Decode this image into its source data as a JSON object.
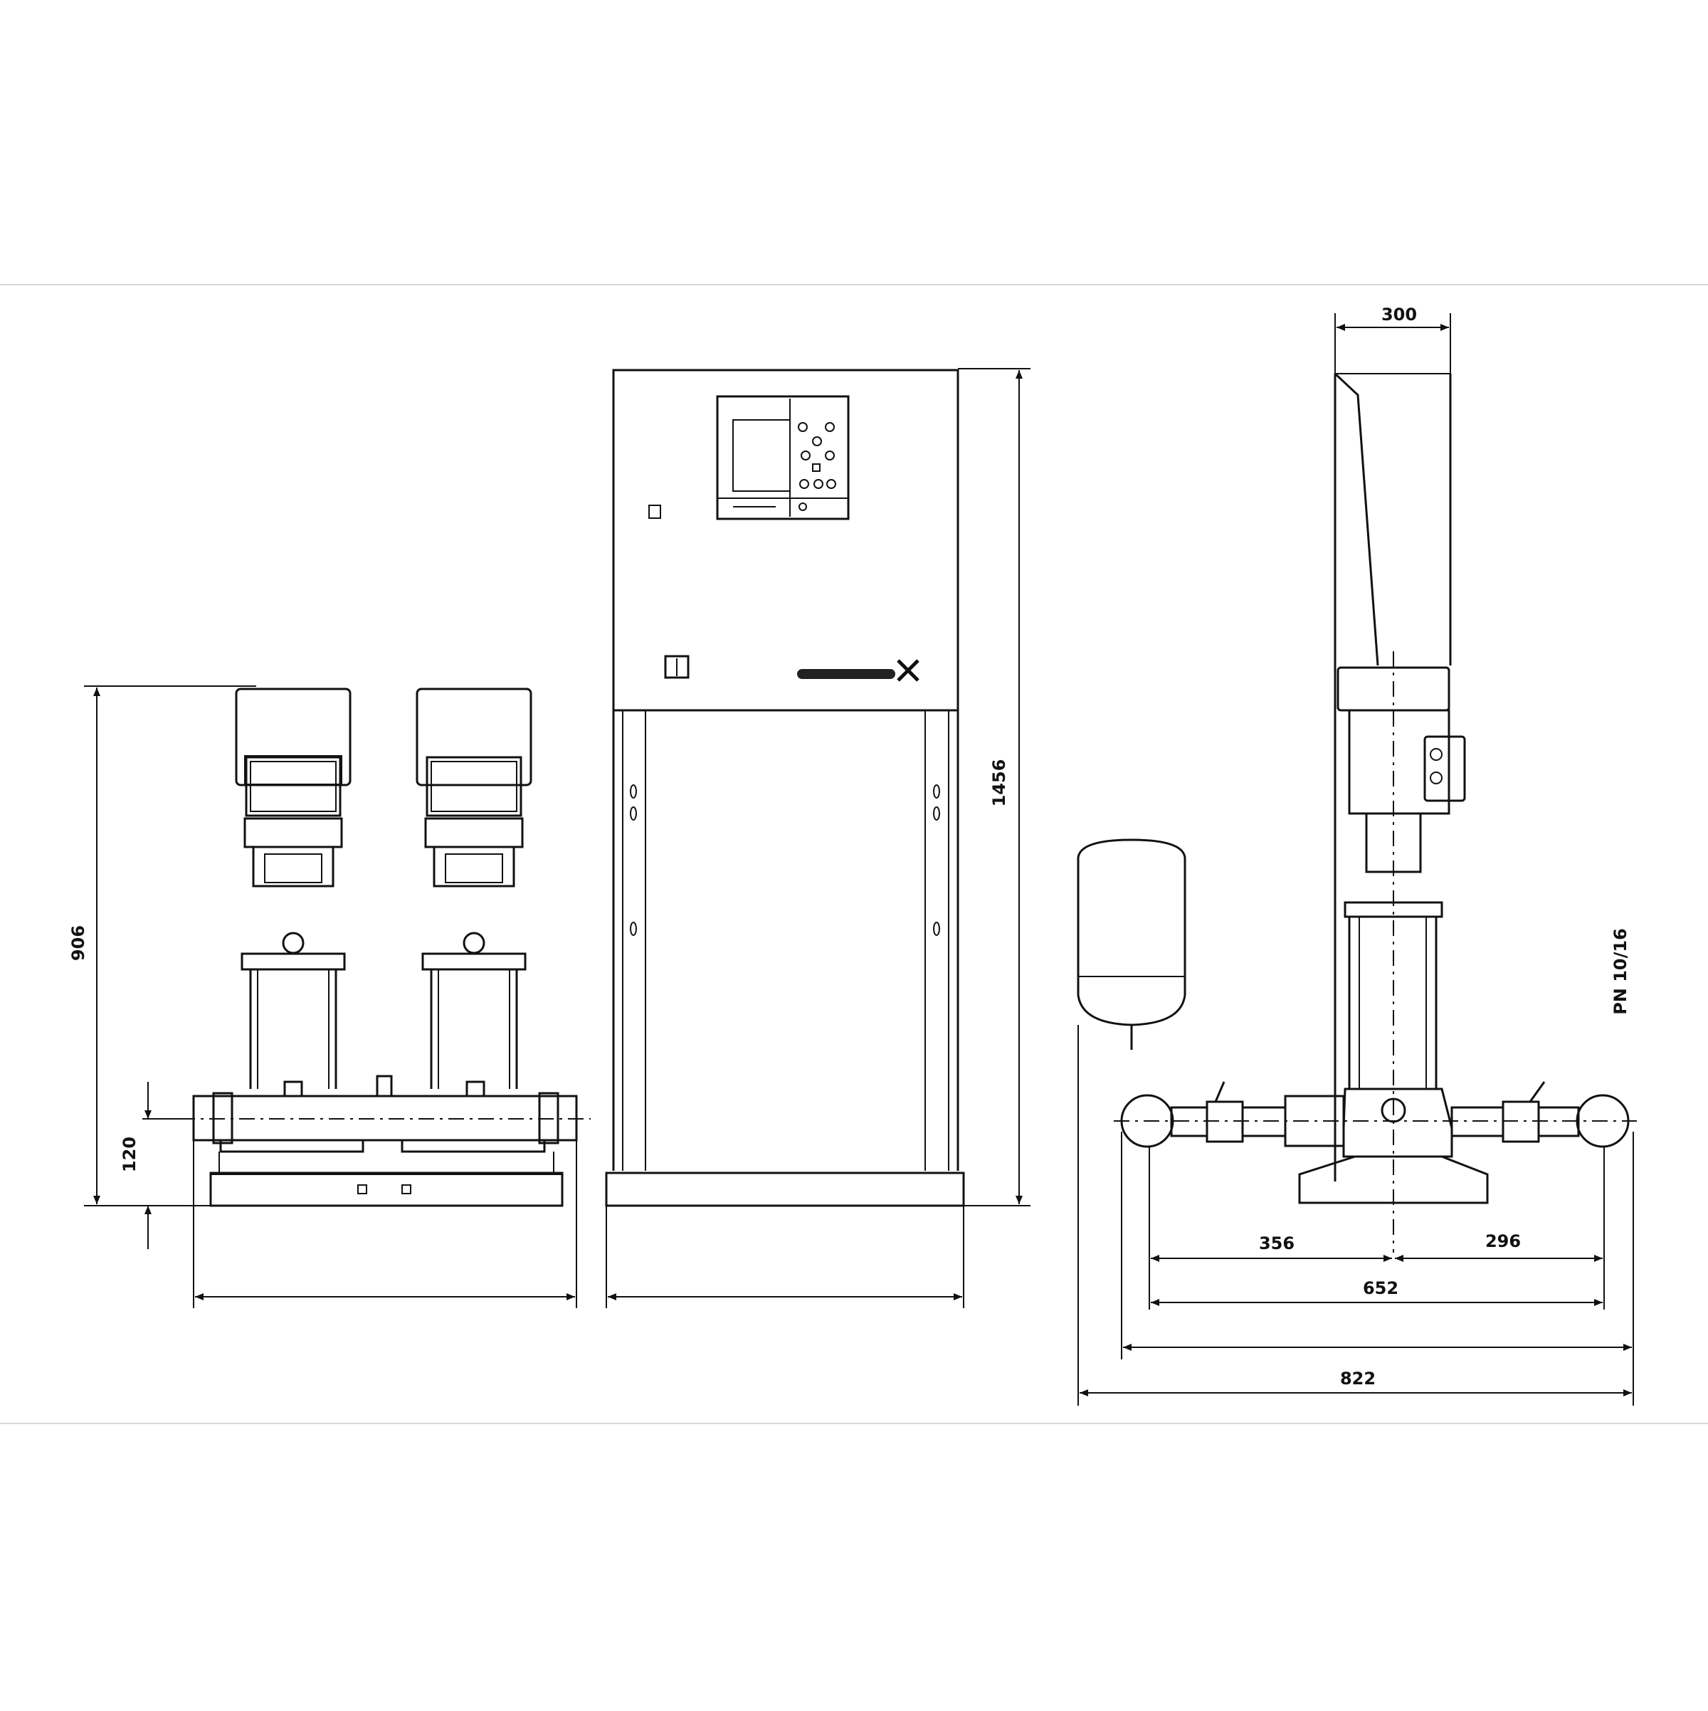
{
  "dimensions": {
    "overall_height": "906",
    "base_height": "120",
    "cabinet_height": "1456",
    "cabinet_depth": "300",
    "left_to_pump": "356",
    "pump_to_right": "296",
    "manifold_length": "652",
    "overall_width": "822"
  },
  "labels": {
    "pressure_rating": "PN 10/16"
  },
  "icons": {
    "logo": "grundfos-logo",
    "arrow": "dimension-arrow"
  }
}
